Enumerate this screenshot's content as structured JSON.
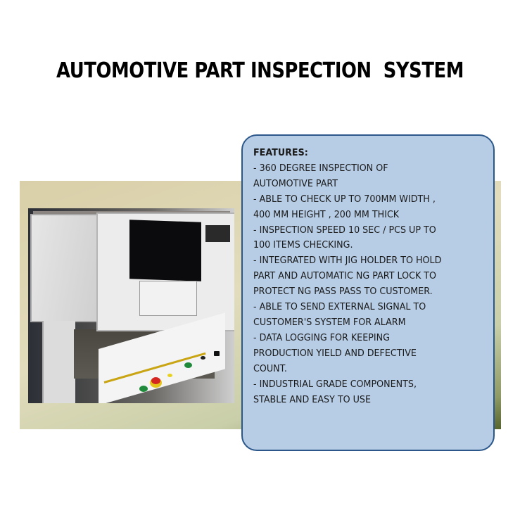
{
  "title": "AUTOMOTIVE PART INSPECTION  SYSTEM",
  "photo": {
    "subject": "automotive-part-inspection-machine",
    "description": "White industrial inspection cabinet with black monitor, control panel with green, red, and yellow push buttons"
  },
  "features": {
    "heading": "FEATURES:",
    "lines": [
      "- 360 DEGREE INSPECTION OF",
      "AUTOMOTIVE PART",
      "- ABLE TO CHECK UP TO 700MM WIDTH ,",
      "400 MM HEIGHT , 200 MM THICK",
      "- INSPECTION SPEED 10 SEC / PCS UP TO",
      "100 ITEMS CHECKING.",
      "- INTEGRATED WITH JIG HOLDER TO HOLD",
      "PART AND AUTOMATIC NG PART LOCK TO",
      "PROTECT NG PASS PASS TO CUSTOMER.",
      "- ABLE TO SEND EXTERNAL SIGNAL TO",
      "CUSTOMER'S SYSTEM FOR ALARM",
      "- DATA LOGGING FOR KEEPING",
      "PRODUCTION YIELD AND DEFECTIVE",
      "COUNT.",
      "- INDUSTRIAL GRADE COMPONENTS,",
      "STABLE AND EASY TO USE"
    ]
  },
  "colors": {
    "box_fill": "#b7cde6",
    "box_border": "#2b578a",
    "panel_light": "#e2dcbc",
    "panel_dark": "#56642e"
  }
}
